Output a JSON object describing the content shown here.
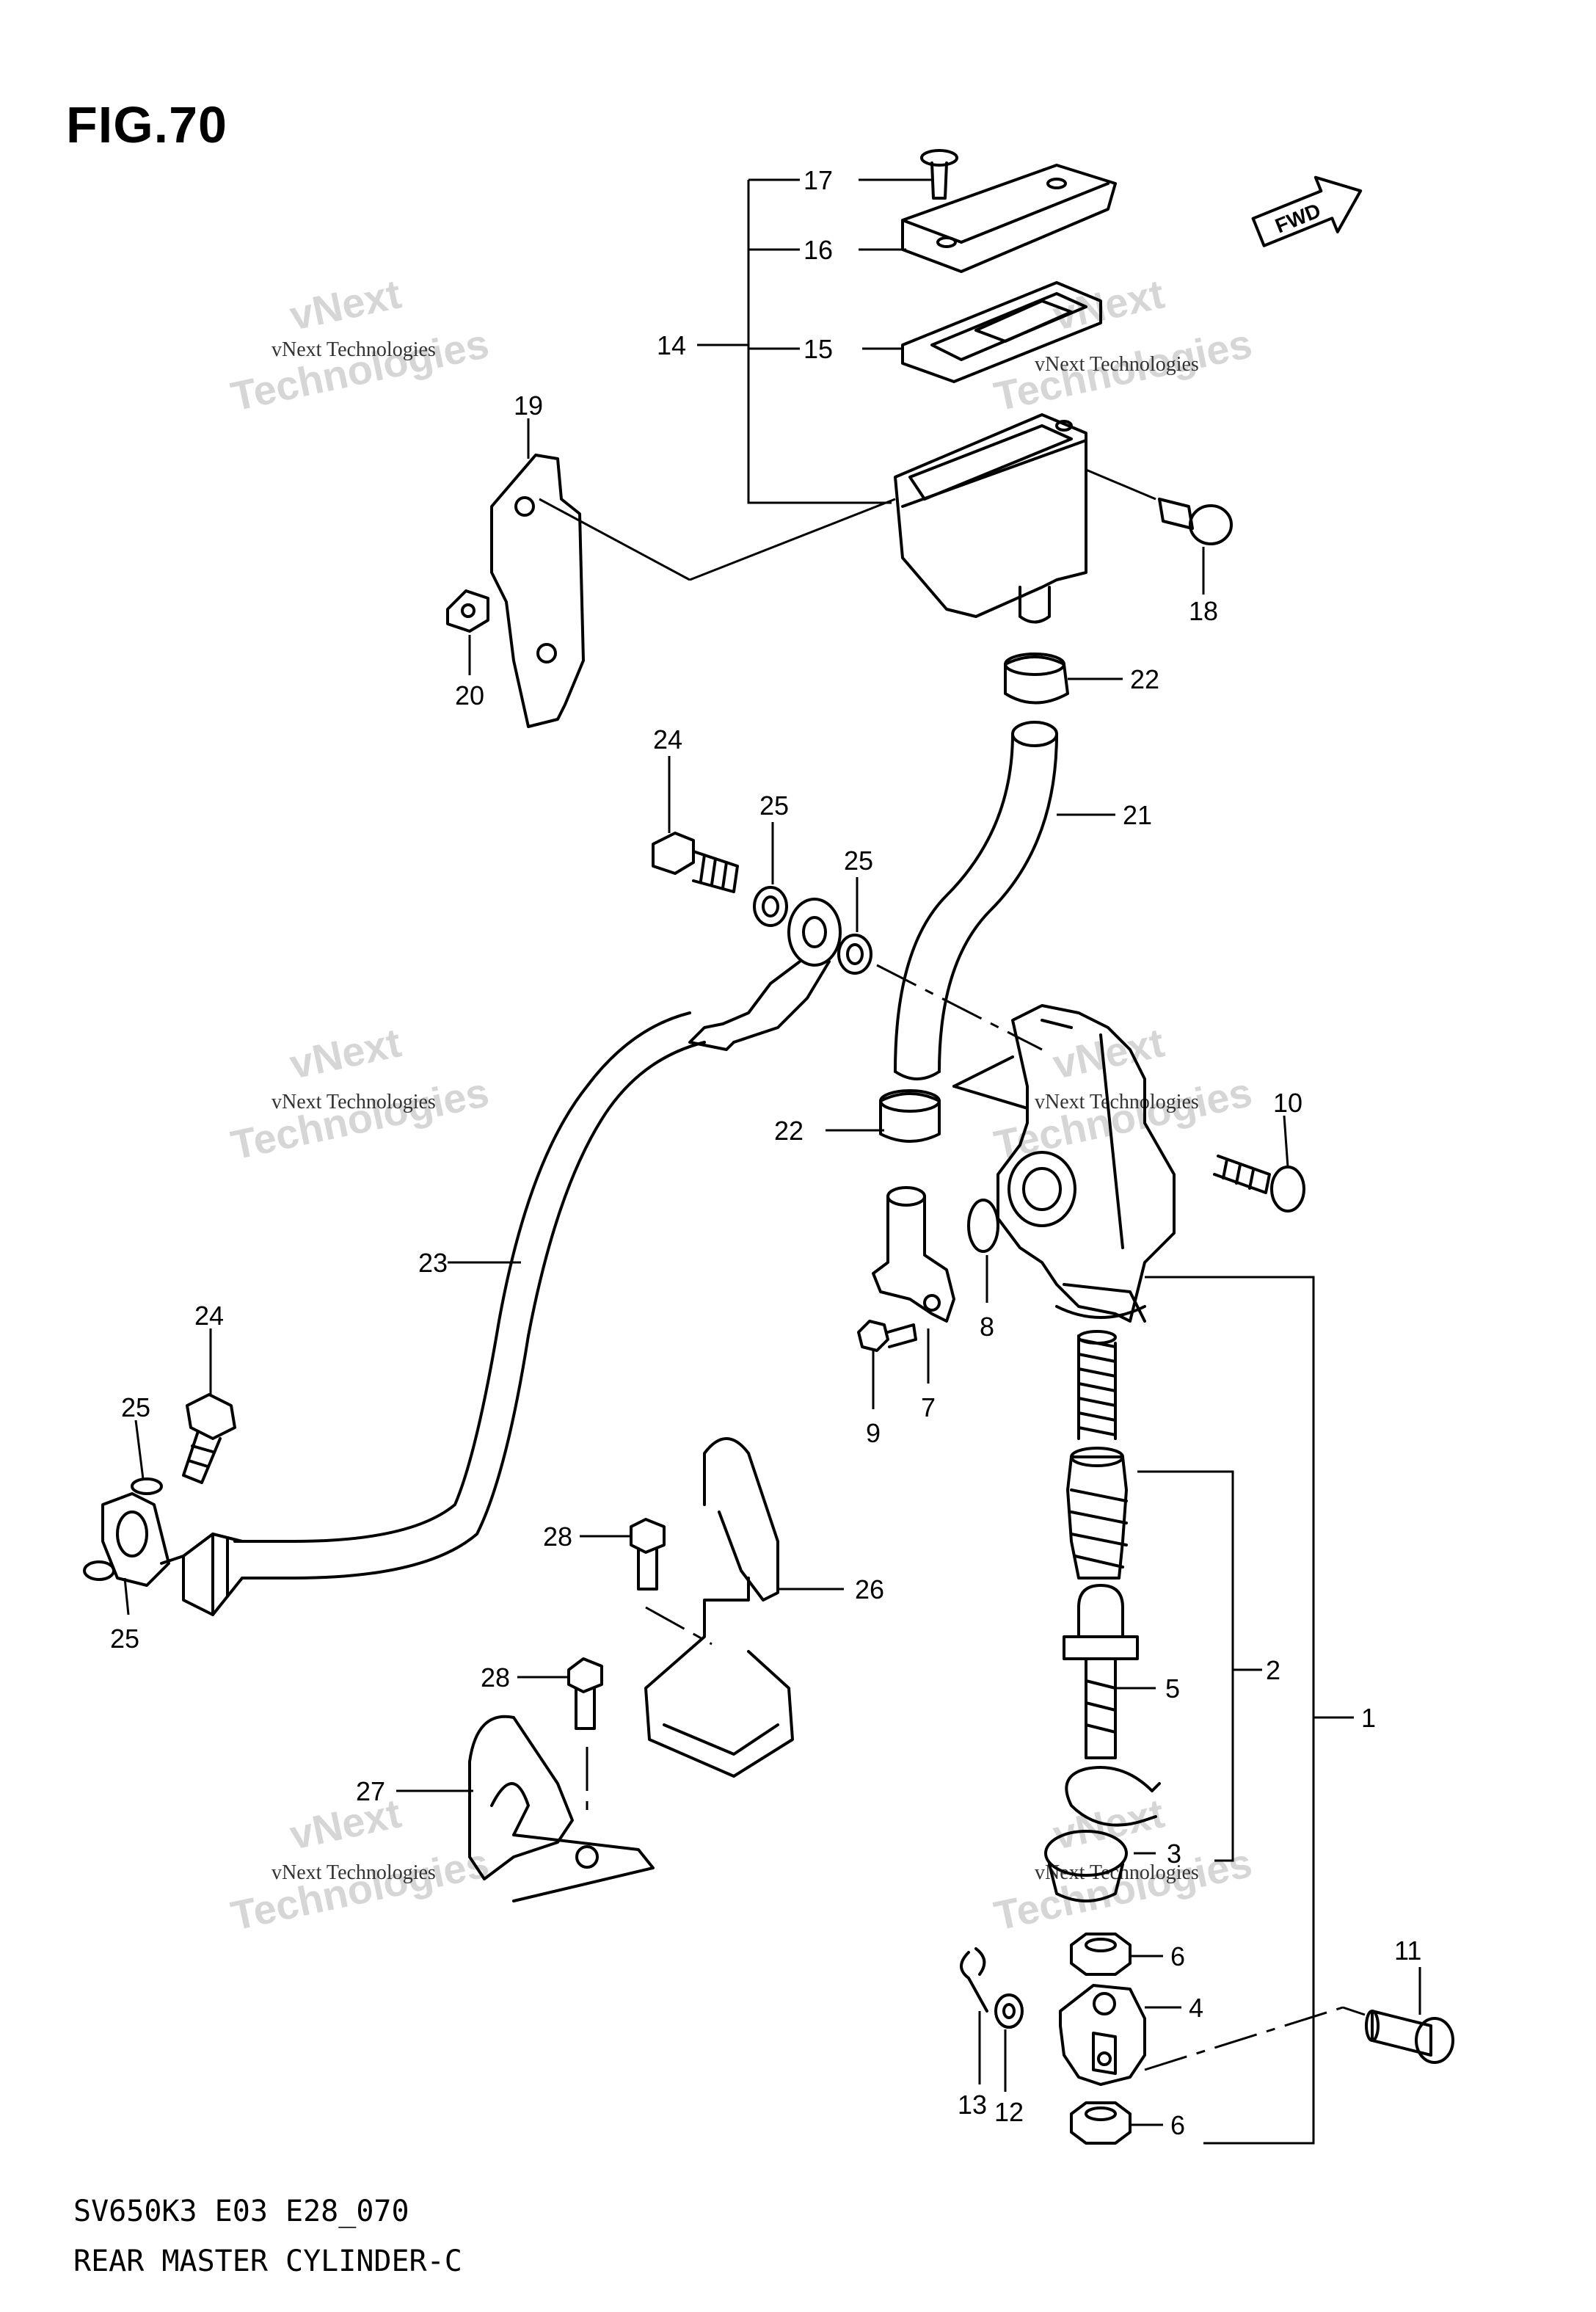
{
  "figure": {
    "title": "FIG.70",
    "code": "SV650K3 E03 E28_070",
    "subtitle": "REAR MASTER CYLINDER-C",
    "fwd_label": "FWD"
  },
  "watermark": {
    "line1": "vNext",
    "line2": "Technologies",
    "small": "vNext Technologies"
  },
  "callouts": {
    "p1": "1",
    "p2": "2",
    "p3": "3",
    "p4": "4",
    "p5": "5",
    "p6a": "6",
    "p6b": "6",
    "p7": "7",
    "p8": "8",
    "p9": "9",
    "p10": "10",
    "p11": "11",
    "p12": "12",
    "p13": "13",
    "p14": "14",
    "p15": "15",
    "p16": "16",
    "p17": "17",
    "p18": "18",
    "p19": "19",
    "p20": "20",
    "p21": "21",
    "p22a": "22",
    "p22b": "22",
    "p23": "23",
    "p24a": "24",
    "p24b": "24",
    "p25a": "25",
    "p25b": "25",
    "p25c": "25",
    "p25d": "25",
    "p26": "26",
    "p27": "27",
    "p28a": "28",
    "p28b": "28"
  }
}
